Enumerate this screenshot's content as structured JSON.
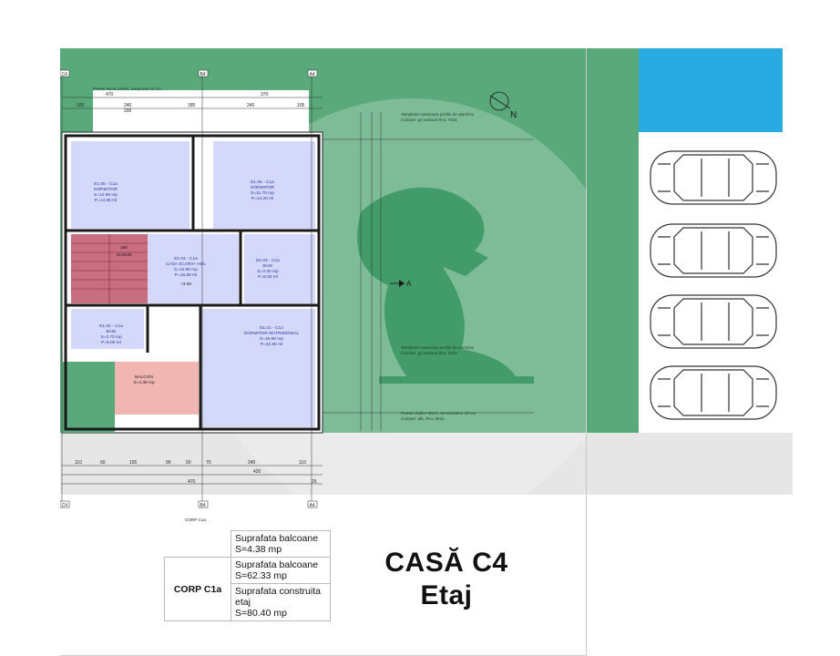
{
  "colors": {
    "green": "#5aa97a",
    "blue": "#29abe2",
    "room_blue": "#d4d8fb",
    "stair_red": "#c96d80",
    "balcony_pink": "#f2b6b2",
    "gray_band": "#e6e6e6"
  },
  "plan": {
    "axes_top": [
      "C4",
      "B4",
      "A4"
    ],
    "axes_bottom": [
      "C4",
      "B4",
      "A4"
    ],
    "north_label": "N",
    "section_label": "A",
    "corp_label": "CORP C1a",
    "rooms": [
      {
        "id": "E1.06 - C1a",
        "name": "DORMITOR",
        "s": "S=12.96 mp",
        "p": "P=14.80 ml"
      },
      {
        "id": "E1.05 - C1a",
        "name": "DORMITOR",
        "s": "S=11.79 mp",
        "p": "P=14.20 ml"
      },
      {
        "id": "E1.04 - C1a",
        "name": "CASA SCARII+ HOL",
        "s": "S=12.90 mp",
        "p": "P=15.80 ml"
      },
      {
        "id": "E1.03 - C1a",
        "name": "BAIE",
        "s": "S=3.40 mp",
        "p": "P=8.00 ml"
      },
      {
        "id": "E1.02 - C1a",
        "name": "BAIE",
        "s": "S=3.70 mp",
        "p": "P=8.00 ml"
      },
      {
        "id": "E1.01 - C1a",
        "name": "DORMITOR MATRIMONIAL",
        "s": "S=16.90 mp",
        "p": "P=22.80 ml"
      }
    ],
    "stair": {
      "label": "19tr",
      "size": "15.8x28"
    },
    "balcony": {
      "name": "BALCON",
      "s": "S=4.38 mp"
    },
    "level": "+3.00",
    "notes": [
      "Perete sticla 10mm, tamponat 10 cm",
      "Tamplarie exterioara profile de aluminiu",
      "Culoare: gri antracit RAL 7016",
      "Tamplarie exterioara profile de aluminiu",
      "Culoare: gri antracit RAL 7016",
      "Perete cladire 30cm, termosistem 10 cm",
      "Culoare: alb, RAL 9016"
    ],
    "dims_top": [
      "105",
      "240",
      "200",
      "185",
      "370",
      "240",
      "105",
      "470"
    ],
    "dims_bottom": [
      "110",
      "60",
      "155",
      "90",
      "50",
      "70",
      "240",
      "110",
      "420",
      "470",
      "25"
    ]
  },
  "info_table": {
    "corp": "CORP C1a",
    "rows": [
      {
        "l1": "Suprafata balcoane",
        "l2": "S=4.38  mp"
      },
      {
        "l1": "Suprafata balcoane",
        "l2": "S=62.33  mp"
      },
      {
        "l1": "Suprafata construita",
        "l2": "etaj",
        "l3": "S=80.40  mp"
      }
    ]
  },
  "title": {
    "line1": "CASĂ C4",
    "line2": "Etaj"
  },
  "cars": [
    {
      "icon": "car-icon"
    },
    {
      "icon": "car-icon"
    },
    {
      "icon": "car-icon"
    },
    {
      "icon": "car-icon"
    }
  ]
}
